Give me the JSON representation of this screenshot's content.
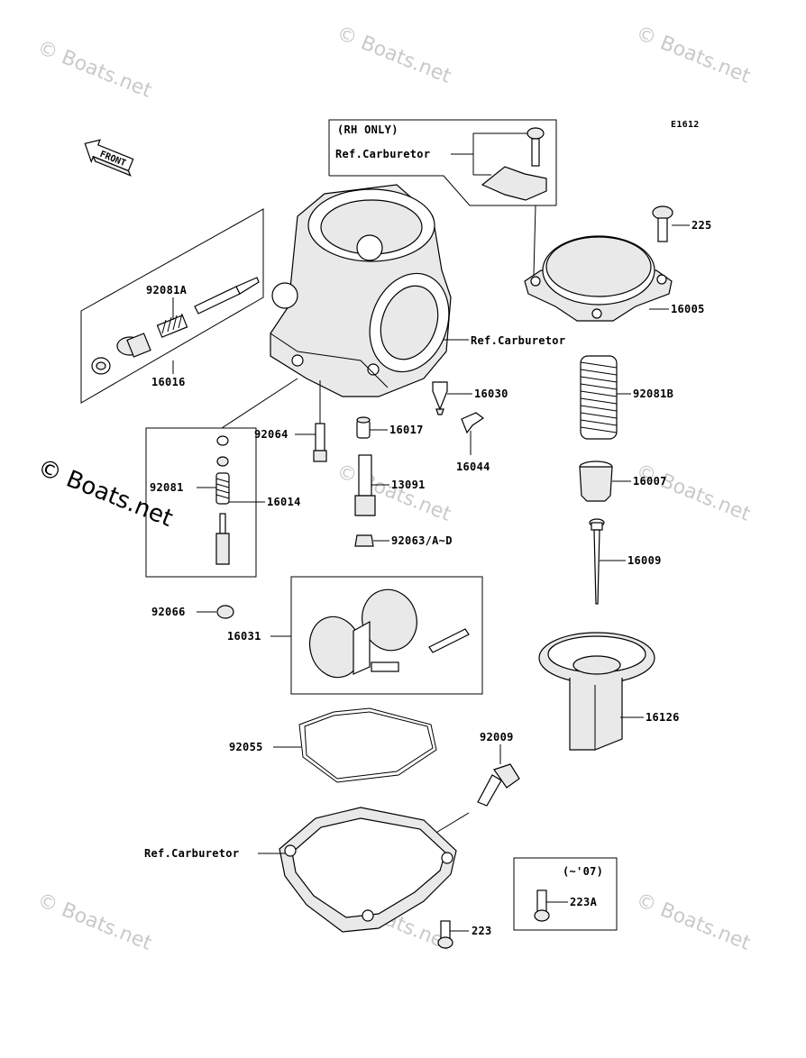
{
  "diagram_code": "E1612",
  "front_arrow": "FRONT",
  "rh_only": "(RH ONLY)",
  "rev_note": "(~'07)",
  "watermark": "© Boats.net",
  "labels": {
    "ref_carb_top": "Ref.Carburetor",
    "ref_carb_mid": "Ref.Carburetor",
    "ref_carb_bottom": "Ref.Carburetor",
    "p225": "225",
    "p16005": "16005",
    "p92081B": "92081B",
    "p16007": "16007",
    "p16009": "16009",
    "p16126": "16126",
    "p92081A": "92081A",
    "p16016": "16016",
    "p16030": "16030",
    "p16044": "16044",
    "p92064": "92064",
    "p16017": "16017",
    "p13091": "13091",
    "p92063": "92063/A~D",
    "p92081": "92081",
    "p16014": "16014",
    "p92066": "92066",
    "p16031": "16031",
    "p92055": "92055",
    "p92009": "92009",
    "p223": "223",
    "p223A": "223A"
  }
}
